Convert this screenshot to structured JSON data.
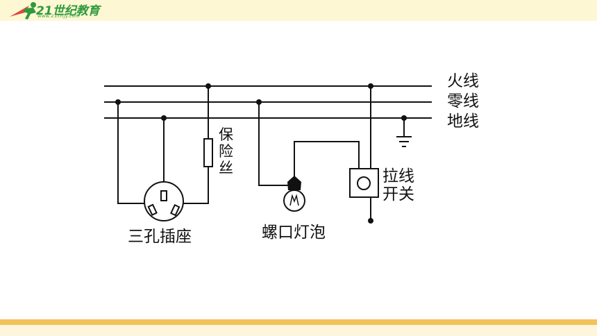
{
  "header": {
    "logo_text": "21世纪教育",
    "logo_sub": "www.21cnjy.com",
    "brand_color": "#2e9a3c",
    "bar_color": "#fdf7d3"
  },
  "diagram": {
    "lines": {
      "live": "火线",
      "neutral": "零线",
      "ground": "地线"
    },
    "fuse": "保险丝",
    "socket": "三孔插座",
    "bulb": "螺口灯泡",
    "switch": "拉线开关",
    "wire_color": "#111111"
  },
  "footer": {
    "band_color": "#f2c25b"
  }
}
